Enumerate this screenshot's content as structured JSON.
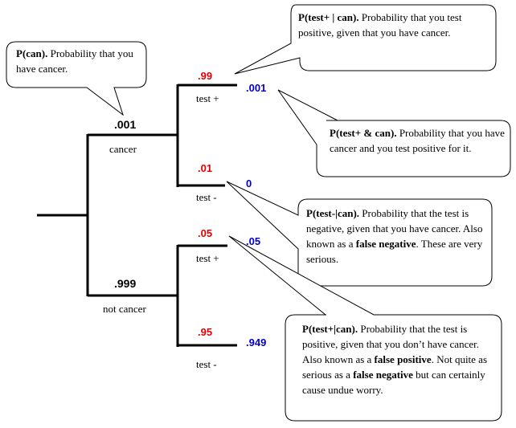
{
  "colors": {
    "conditional": "#e00000",
    "joint": "#0000cc",
    "line": "#000000"
  },
  "tree": {
    "root": {
      "branches": [
        {
          "prob": ".001",
          "label": "cancer"
        },
        {
          "prob": ".999",
          "label": "not cancer"
        }
      ]
    },
    "cancer_branches": [
      {
        "cond": ".99",
        "label": "test +",
        "joint": ".001"
      },
      {
        "cond": ".01",
        "label": "test -",
        "joint": "0"
      }
    ],
    "not_cancer_branches": [
      {
        "cond": ".05",
        "label": "test +",
        "joint": ".05"
      },
      {
        "cond": ".95",
        "label": "test -",
        "joint": ".949"
      }
    ]
  },
  "callouts": {
    "p_can": {
      "term": "P(can).",
      "text": " Probability that you have cancer."
    },
    "p_test_given_can": {
      "term": "P(test+ | can).",
      "text": " Probability that you test positive, given that you have cancer."
    },
    "p_test_and_can": {
      "term": "P(test+ & can).",
      "text": " Probability that you have cancer and you test positive for it."
    },
    "p_testneg_given_can": {
      "term": "P(test-|can).",
      "text1": " Probability that the test is negative, given that you have cancer.  Also known as a ",
      "bold1": "false negative",
      "text2": ".  These are very serious."
    },
    "p_testpos_given_notcan": {
      "term": "P(test+|can).",
      "text1": " Probability that the test is positive, given that you don’t have cancer.  Also known as a ",
      "bold1": "false positive",
      "text2": ".  Not quite as serious as a ",
      "bold2": "false negative",
      "text3": " but can certainly cause undue worry."
    }
  }
}
